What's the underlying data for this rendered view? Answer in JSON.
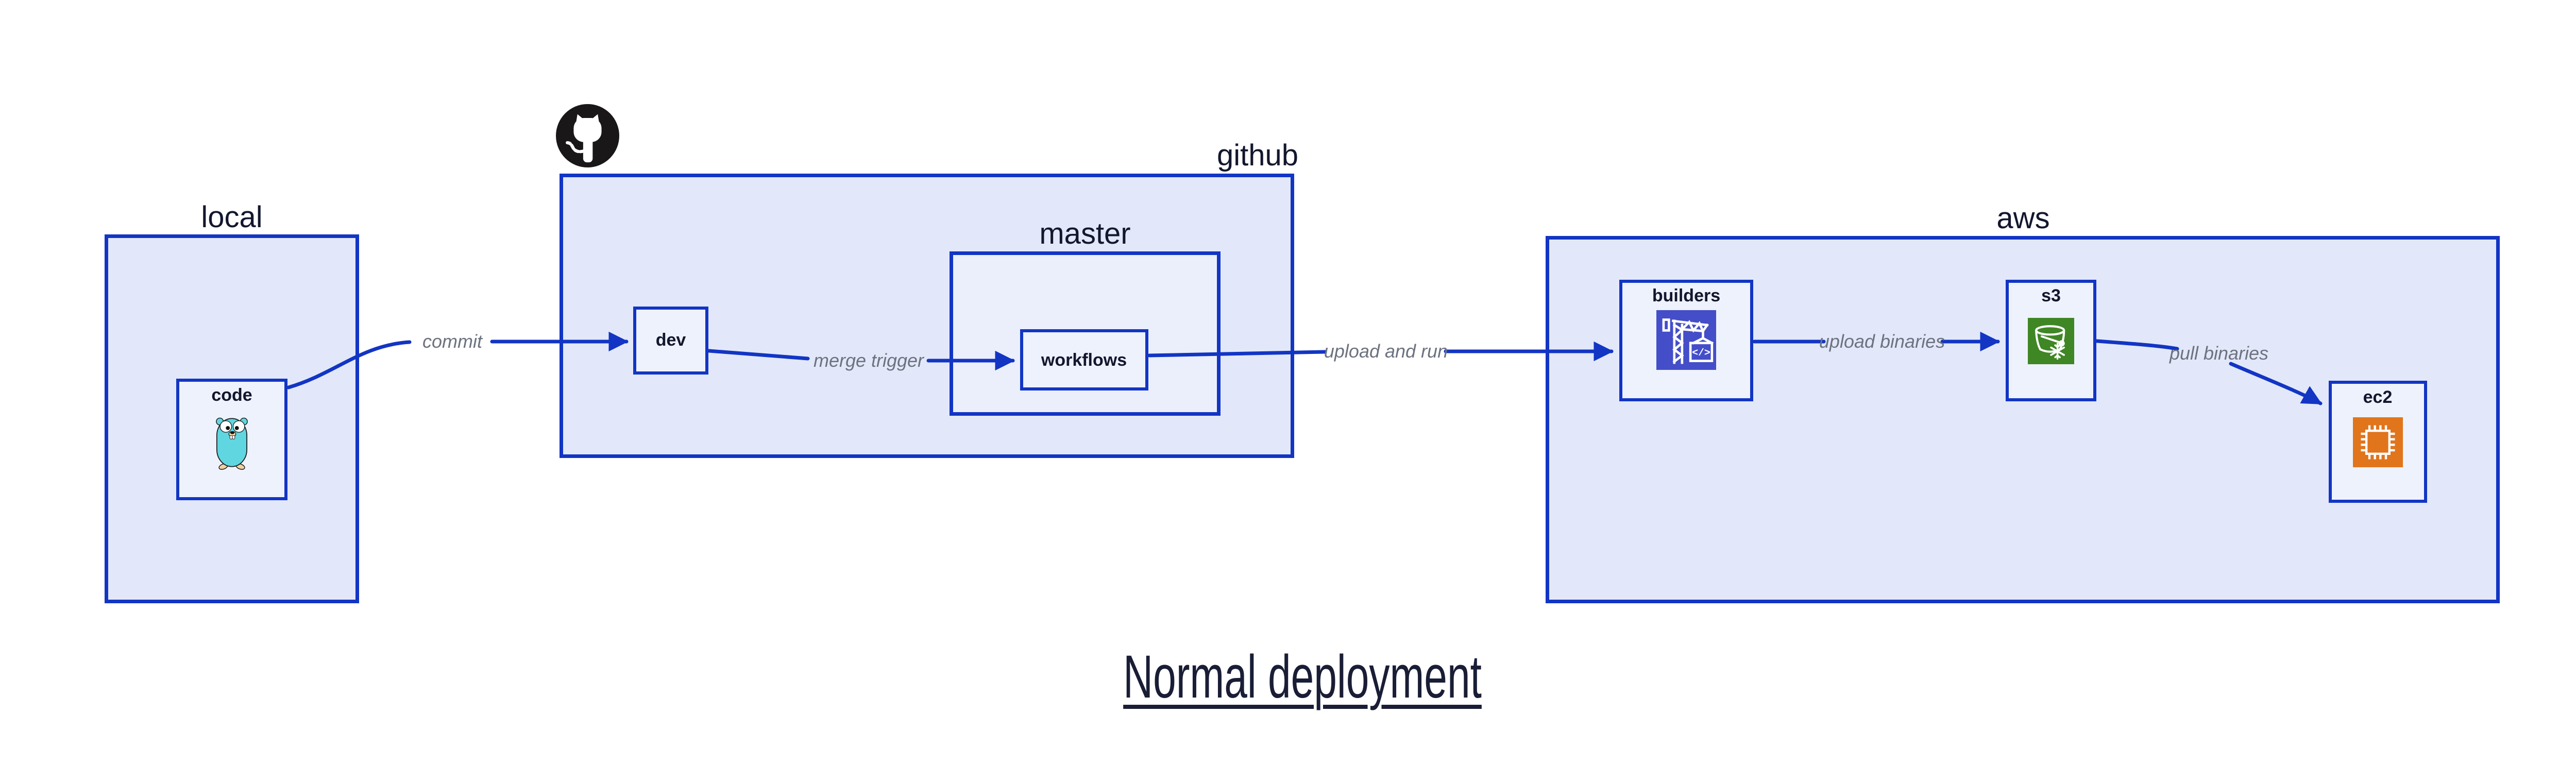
{
  "diagram": {
    "title": "Normal deployment",
    "containers": {
      "local": {
        "label": "local"
      },
      "github": {
        "label": "github"
      },
      "master": {
        "label": "master"
      },
      "aws": {
        "label": "aws"
      }
    },
    "nodes": {
      "code": {
        "label": "code"
      },
      "dev": {
        "label": "dev"
      },
      "workflows": {
        "label": "workflows"
      },
      "builders": {
        "label": "builders"
      },
      "s3": {
        "label": "s3"
      },
      "ec2": {
        "label": "ec2"
      }
    },
    "edges": {
      "commit": {
        "label": "commit"
      },
      "merge_trigger": {
        "label": "merge trigger"
      },
      "upload_and_run": {
        "label": "upload and run"
      },
      "upload_binaries": {
        "label": "upload binaries"
      },
      "pull_binaries": {
        "label": "pull binaries"
      }
    },
    "icons": {
      "github_octocat": "github-octocat-icon",
      "go_gopher": "go-gopher-icon",
      "codebuild_crane": "codebuild-crane-icon",
      "codebuild_code_text": "</>",
      "s3_glacier_bucket": "s3-glacier-bucket-icon",
      "ec2_chip": "ec2-chip-icon"
    },
    "colors": {
      "border_blue": "#1235c4",
      "arrow_blue": "#1235c4",
      "container_fill": "#e2e8f9",
      "inner_container_fill": "#ebeffc",
      "node_fill": "#eef2fd",
      "label_navy": "#12172e",
      "edge_label_gray": "#6c727f",
      "octocat_black": "#191717",
      "codebuild_indigo": "#444ec9",
      "glacier_green": "#3f8624",
      "ec2_orange": "#e0751c",
      "gopher_teal": "#5fd6e0"
    }
  }
}
